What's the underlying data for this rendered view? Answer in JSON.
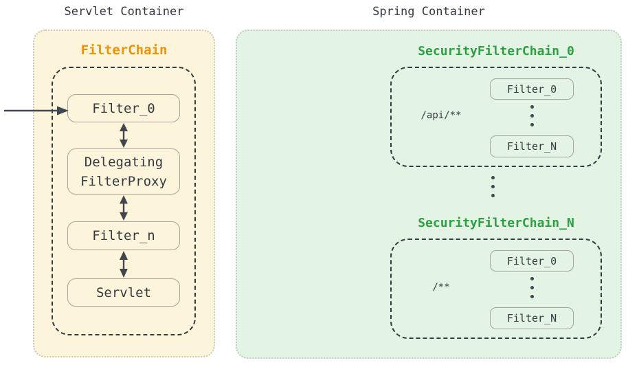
{
  "colors": {
    "servlet_bg": "#FCF4DB",
    "servlet_border": "#CDC7B4",
    "spring_bg": "#E3F3E4",
    "spring_border": "#C3CDC3",
    "dark": "#343A40",
    "arrow": "#40474F",
    "node_border": "#A5A49C",
    "filterchain": "#EC9307",
    "securitychain": "#2F9E44"
  },
  "servlet_container": {
    "title": "Servlet Container",
    "filterchain": {
      "label": "FilterChain",
      "node0": "Filter_0",
      "node1_line1": "Delegating",
      "node1_line2": "FilterProxy",
      "node2": "Filter_n",
      "node3": "Servlet"
    }
  },
  "spring_container": {
    "title": "Spring Container",
    "chains": [
      {
        "label": "SecurityFilterChain_0",
        "pattern": "/api/**",
        "first_filter": "Filter_0",
        "last_filter": "Filter_N"
      },
      {
        "label": "SecurityFilterChain_N",
        "pattern": "/**",
        "first_filter": "Filter_0",
        "last_filter": "Filter_N"
      }
    ]
  }
}
